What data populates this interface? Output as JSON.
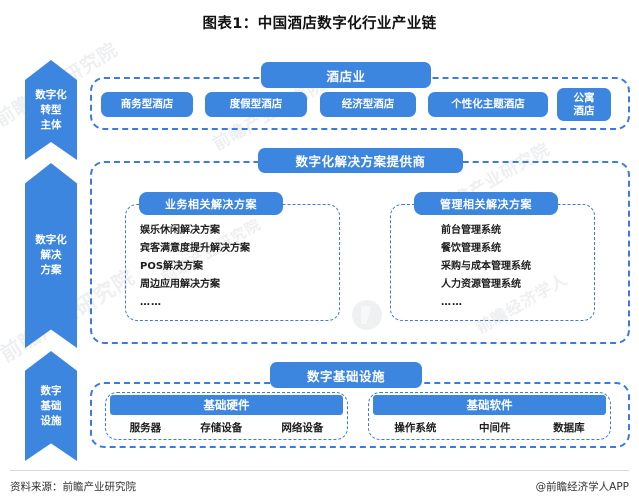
{
  "title": "图表1：中国酒店数字化行业产业链",
  "watermarks": [
    "前瞻产业研究院",
    "前瞻产业研究院",
    "前瞻产业研究院",
    "前瞻产业研究院",
    "前瞻经济学人",
    "前瞻产业研究院"
  ],
  "colors": {
    "brand_blue": "#3d86e0",
    "dashed_border": "#3d7ae0",
    "text_dark": "#1d1d1d",
    "background": "#ffffff"
  },
  "stages": [
    {
      "label": "数字化\n转型\n主体",
      "line1": "数字化",
      "line2": "转型",
      "line3": "主体"
    },
    {
      "label": "数字化\n解决\n方案",
      "line1": "数字化",
      "line2": "解决",
      "line3": "方案"
    },
    {
      "label": "数字\n基础\n设施",
      "line1": "数字",
      "line2": "基础",
      "line3": "设施"
    }
  ],
  "hotel_section": {
    "header": "酒店业",
    "types": [
      {
        "name": "商务型酒店"
      },
      {
        "name": "度假型酒店"
      },
      {
        "name": "经济型酒店"
      },
      {
        "name": "个性化主题酒店"
      },
      {
        "name": "公寓酒店",
        "line1": "公寓",
        "line2": "酒店"
      }
    ]
  },
  "solutions_section": {
    "header": "数字化解决方案提供商",
    "groups": [
      {
        "header": "业务相关解决方案",
        "items": [
          "娱乐休闲解决方案",
          "宾客满意度提升解决方案",
          "POS解决方案",
          "周边应用解决方案",
          "……"
        ]
      },
      {
        "header": "管理相关解决方案",
        "items": [
          "前台管理系统",
          "餐饮管理系统",
          "采购与成本管理系统",
          "人力资源管理系统",
          "……"
        ]
      }
    ]
  },
  "infrastructure_section": {
    "header": "数字基础设施",
    "groups": [
      {
        "header": "基础硬件",
        "items": [
          "服务器",
          "存储设备",
          "网络设备"
        ]
      },
      {
        "header": "基础软件",
        "items": [
          "操作系统",
          "中间件",
          "数据库"
        ]
      }
    ]
  },
  "footer": {
    "source": "资料来源：前瞻产业研究院",
    "app": "@前瞻经济学人APP"
  }
}
